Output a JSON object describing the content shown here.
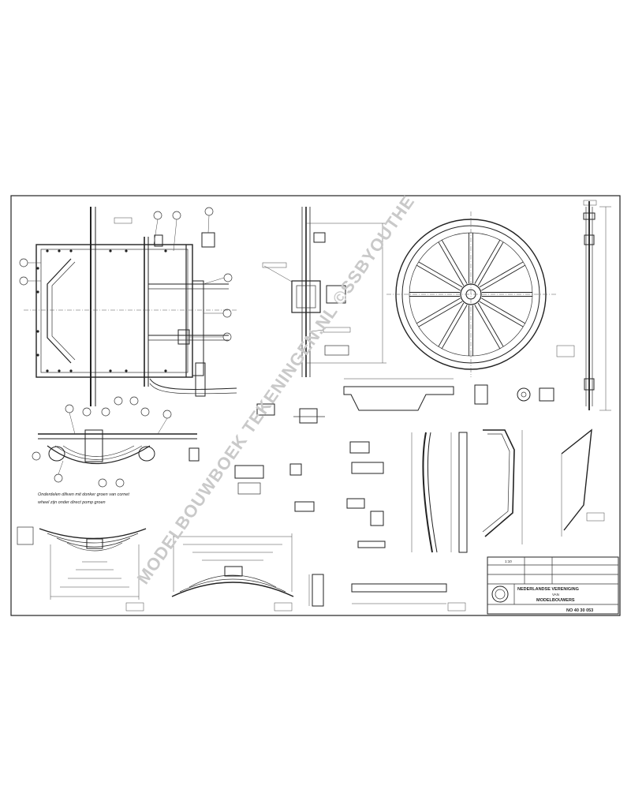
{
  "watermark": "MODELBOUWBOEK TEKENINGEN.NL ©SSBYOUTHE",
  "title_block": {
    "org_line1": "NEDERLANDSE VERENIGING",
    "org_line2": "VAN",
    "org_line3": "MODELBOUWERS",
    "drawing_number": "NO 40 30 053",
    "scale": "1:10"
  },
  "notes": {
    "left_note_line1": "Onderdelen diliven mit donker groen van cornet",
    "left_note_line2": "wheel zijn onder direct pomp groen"
  },
  "colors": {
    "line": "#222222",
    "paper": "#ffffff",
    "watermark": "#c9c9c9"
  }
}
